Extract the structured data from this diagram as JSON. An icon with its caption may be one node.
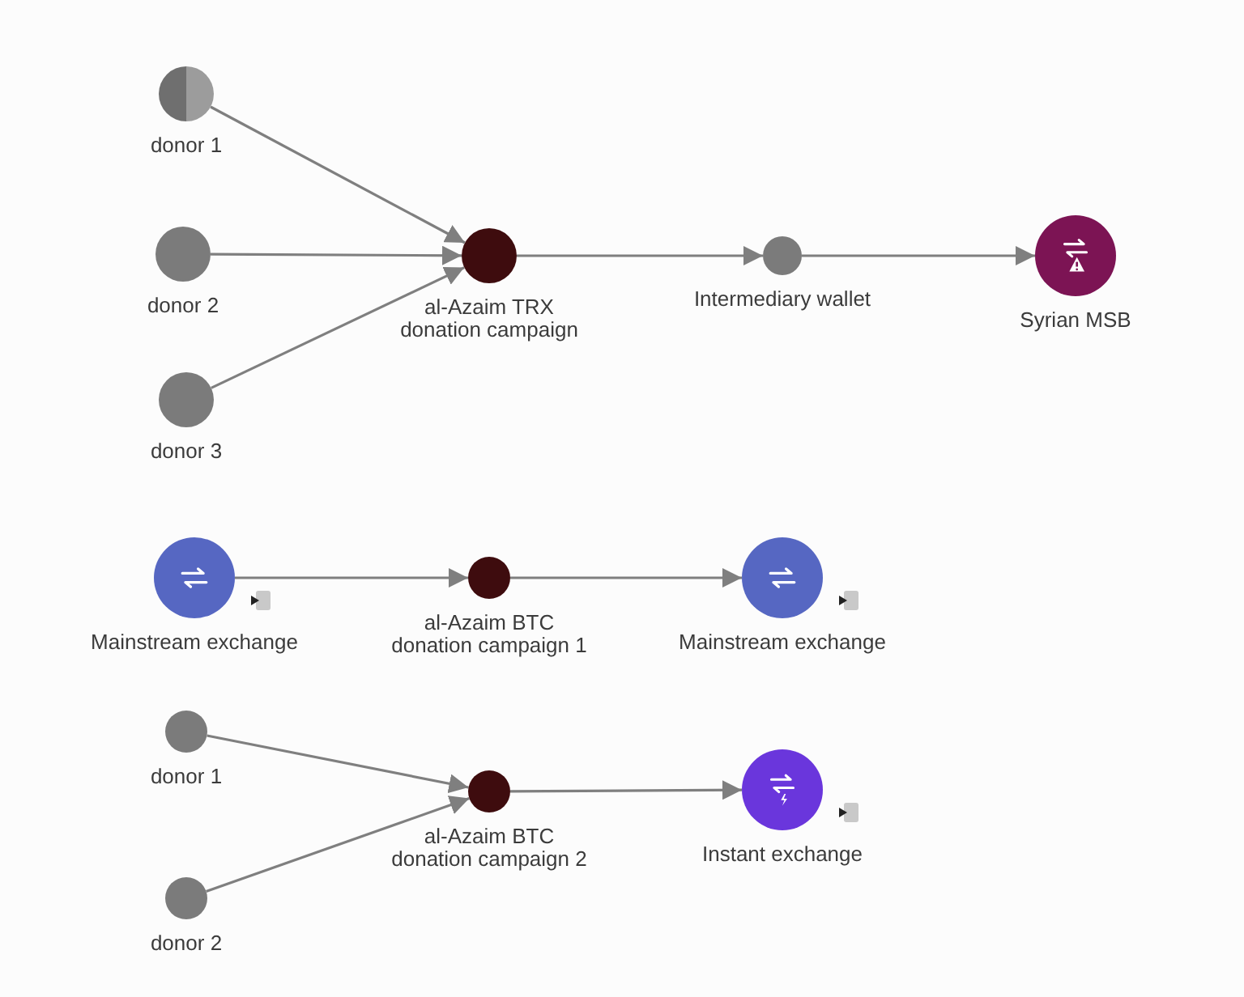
{
  "diagram": {
    "nodes": [
      {
        "text": [
          "donor 1"
        ]
      },
      {
        "text": [
          "donor 2"
        ]
      },
      {
        "text": [
          "donor 3"
        ]
      },
      {
        "text": [
          "al-Azaim TRX donation campaign"
        ]
      },
      {
        "text": [
          "Intermediary wallet"
        ]
      },
      {
        "text": [
          "Syrian MSB"
        ]
      },
      {
        "text": [
          "Mainstream exchange"
        ]
      },
      {
        "text": [
          "al-Azaim BTC donation campaign 1"
        ]
      },
      {
        "text": [
          "Mainstream exchange"
        ]
      },
      {
        "text": [
          "donor 1"
        ]
      },
      {
        "text": [
          "donor 2"
        ]
      },
      {
        "text": [
          "al-Azaim BTC donation campaign 2"
        ]
      },
      {
        "text": [
          "Instant exchange"
        ]
      }
    ],
    "edges": [
      {
        "from": 0,
        "to": 3,
        "arrow": "to"
      },
      {
        "from": 1,
        "to": 3,
        "arrow": "to"
      },
      {
        "from": 2,
        "to": 3,
        "arrow": "to"
      },
      {
        "from": 3,
        "to": 4,
        "arrow": "to"
      },
      {
        "from": 4,
        "to": 5,
        "arrow": "to"
      },
      {
        "from": 6,
        "to": 7,
        "arrow": "to"
      },
      {
        "from": 7,
        "to": 8,
        "arrow": "to"
      },
      {
        "from": 9,
        "to": 11,
        "arrow": "to"
      },
      {
        "from": 10,
        "to": 11,
        "arrow": "to"
      },
      {
        "from": 11,
        "to": 12,
        "arrow": "to"
      }
    ]
  }
}
